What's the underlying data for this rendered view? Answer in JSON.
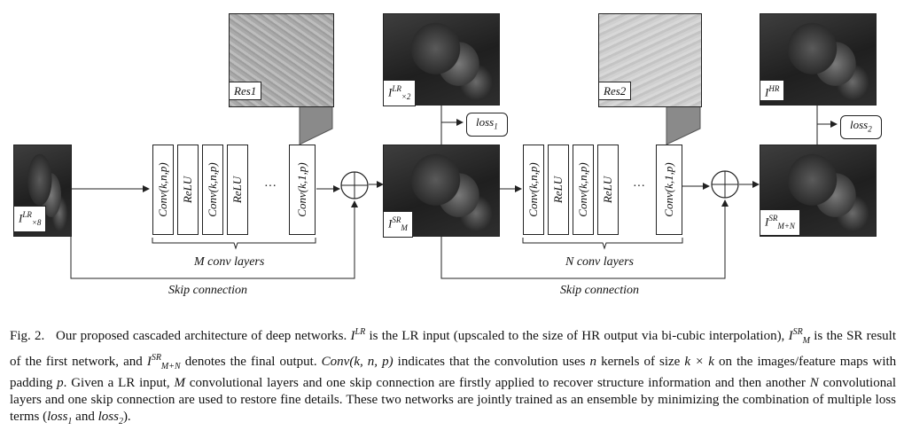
{
  "figure": {
    "images": {
      "input": {
        "label_base": "I",
        "label_sup": "LR",
        "label_sub": "×8"
      },
      "res1": {
        "label": "Res1"
      },
      "mid_top": {
        "label_base": "I",
        "label_sup": "LR",
        "label_sub": "×2"
      },
      "mid": {
        "label_base": "I",
        "label_sup": "SR",
        "label_sub": "M"
      },
      "res2": {
        "label": "Res2"
      },
      "hr": {
        "label_base": "I",
        "label_sup": "HR"
      },
      "final": {
        "label_base": "I",
        "label_sup": "SR",
        "label_sub": "M+N"
      }
    },
    "block1": {
      "layers": [
        "Conv(k,n,p)",
        "ReLU",
        "Conv(k,n,p)",
        "ReLU",
        "Conv(k,1,p)"
      ],
      "dots": "···",
      "brace_label": "M conv layers",
      "skip_label": "Skip connection"
    },
    "block2": {
      "layers": [
        "Conv(k,n,p)",
        "ReLU",
        "Conv(k,n,p)",
        "ReLU",
        "Conv(k,1,p)"
      ],
      "dots": "···",
      "brace_label": "N conv  layers",
      "skip_label": "Skip connection"
    },
    "losses": {
      "loss1_base": "loss",
      "loss1_sub": "1",
      "loss2_base": "loss",
      "loss2_sub": "2"
    }
  },
  "caption": {
    "fig": "Fig. 2.",
    "t1": "Our proposed cascaded architecture of deep networks.",
    "t2": "is the LR input (upscaled to the size of HR output via bi-cubic interpolation),",
    "t3": "is the SR result of the first network, and",
    "t4": "denotes the final output.",
    "conv": "Conv(k, n, p)",
    "t5": "indicates that the convolution uses",
    "n": "n",
    "t6": "kernels of size",
    "kk": "k × k",
    "t7": "on the images/feature maps with padding",
    "p": "p",
    "t8": ". Given a LR input,",
    "M": "M",
    "t9": "convolutional layers and one skip connection are firstly applied to recover structure information and then another",
    "N": "N",
    "t10": "convolutional layers and one skip connection are used to restore fine details. These two networks are jointly trained as an ensemble by minimizing the combination of multiple loss terms (",
    "t11": "and",
    "t12": ")."
  }
}
